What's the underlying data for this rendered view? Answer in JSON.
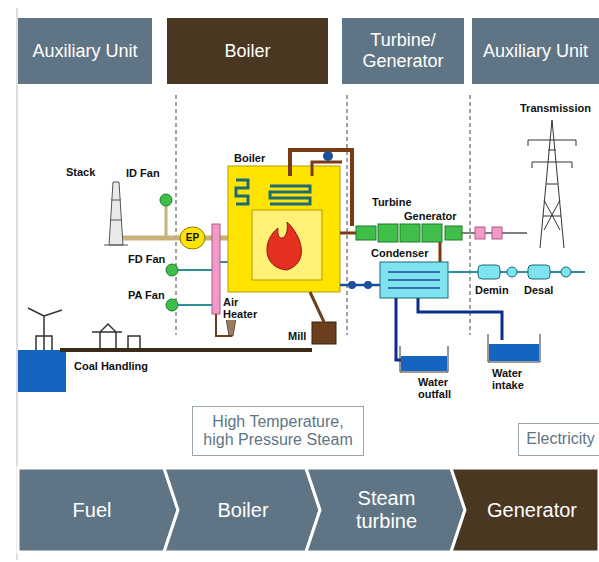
{
  "diagram": {
    "nodes": [
      {
        "text": [
          "Auxiliary Unit"
        ]
      },
      {
        "text": [
          "Boiler"
        ]
      },
      {
        "text": [
          "Turbine/ Generator"
        ]
      },
      {
        "text": [
          "Auxiliary Unit"
        ]
      },
      {
        "text": [
          "EP"
        ]
      },
      {
        "text": [
          "High Temperature, high Pressure Steam"
        ]
      },
      {
        "text": [
          "Electricity"
        ]
      },
      {
        "text": [
          "Fuel"
        ]
      },
      {
        "text": [
          "Boiler"
        ]
      },
      {
        "text": [
          "Steam turbine"
        ]
      },
      {
        "text": [
          "Generator"
        ]
      }
    ],
    "labels": [
      "Stack",
      "ID Fan",
      "FD Fan",
      "Air Heater",
      "PA Fan",
      "Coal Handling",
      "Boiler",
      "Mill",
      "Turbine",
      "Generator",
      "Condenser",
      "Demin",
      "Desal",
      "Water outfall",
      "Water intake",
      "Transmission"
    ]
  }
}
